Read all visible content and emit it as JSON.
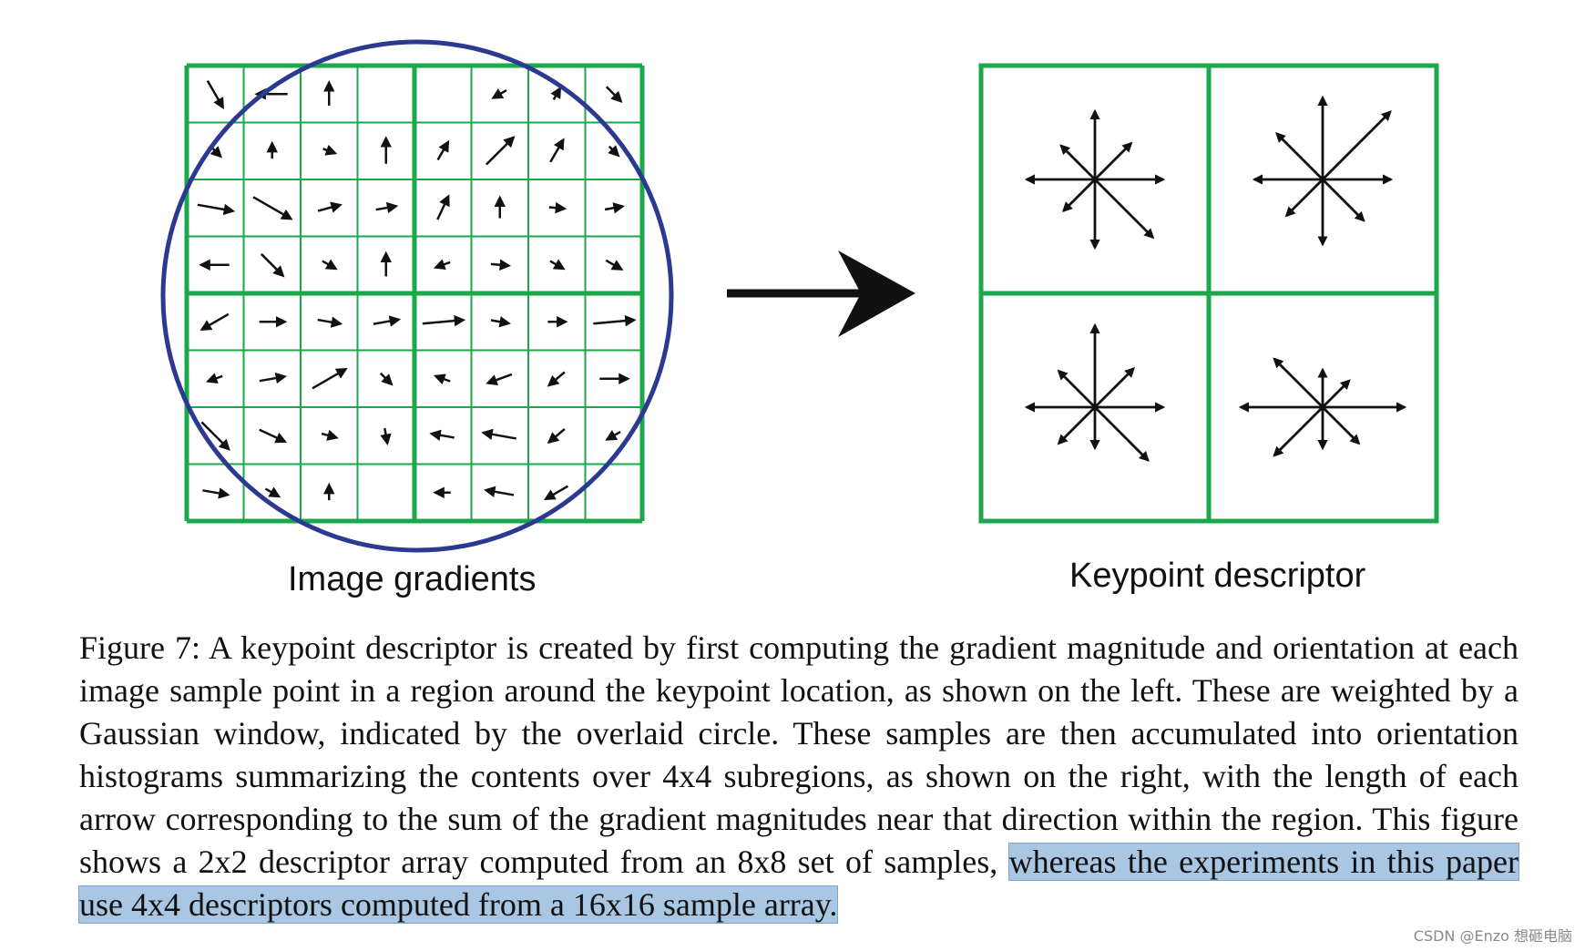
{
  "figure": {
    "left_panel_label": "Image gradients",
    "right_panel_label": "Keypoint descriptor",
    "colors": {
      "grid": "#1aa84b",
      "circle": "#2b3990",
      "arrow": "#111111",
      "highlight": "#a9c6e3"
    },
    "gradient_grid": {
      "rows": 8,
      "cols": 8,
      "angles_deg": [
        [
          -60,
          180,
          90,
          null,
          null,
          210,
          60,
          -45
        ],
        [
          -45,
          90,
          -20,
          90,
          60,
          45,
          60,
          -45
        ],
        [
          -10,
          -30,
          15,
          10,
          65,
          90,
          -5,
          10
        ],
        [
          180,
          -45,
          -30,
          90,
          200,
          -5,
          -30,
          -30
        ],
        [
          210,
          0,
          -10,
          10,
          5,
          -10,
          0,
          5
        ],
        [
          200,
          10,
          30,
          -45,
          160,
          200,
          220,
          0
        ],
        [
          -45,
          -25,
          -15,
          -80,
          170,
          170,
          220,
          210
        ],
        [
          -10,
          -30,
          90,
          null,
          180,
          170,
          210,
          null
        ]
      ],
      "magnitudes": [
        [
          0.6,
          0.6,
          0.45,
          null,
          null,
          0.3,
          0.25,
          0.4
        ],
        [
          0.3,
          0.3,
          0.25,
          0.5,
          0.4,
          0.75,
          0.5,
          0.25
        ],
        [
          0.7,
          0.85,
          0.45,
          0.4,
          0.5,
          0.4,
          0.3,
          0.35
        ],
        [
          0.55,
          0.6,
          0.3,
          0.45,
          0.3,
          0.35,
          0.3,
          0.35
        ],
        [
          0.6,
          0.5,
          0.45,
          0.5,
          0.8,
          0.35,
          0.35,
          0.8
        ],
        [
          0.3,
          0.5,
          0.75,
          0.3,
          0.3,
          0.5,
          0.4,
          0.55
        ],
        [
          0.75,
          0.55,
          0.3,
          0.3,
          0.45,
          0.65,
          0.4,
          0.3
        ],
        [
          0.5,
          0.3,
          0.3,
          null,
          0.3,
          0.55,
          0.5,
          null
        ]
      ]
    },
    "descriptor_histograms": [
      [
        1.0,
        0.75,
        1.0,
        0.7,
        1.0,
        0.65,
        1.0,
        1.2
      ],
      [
        1.0,
        1.4,
        1.2,
        0.95,
        1.0,
        0.75,
        0.95,
        0.85
      ],
      [
        1.0,
        0.8,
        1.2,
        0.75,
        1.0,
        0.75,
        0.6,
        1.1
      ],
      [
        1.2,
        0.55,
        0.55,
        1.0,
        1.2,
        1.0,
        0.6,
        0.75
      ]
    ]
  },
  "caption": {
    "part1": "Figure 7: A keypoint descriptor is created by first computing the gradient magnitude and orientation at each image sample point in a region around the keypoint location, as shown on the left. These are weighted by a Gaussian window, indicated by the overlaid circle. These samples are then accumulated into orientation histograms summarizing the contents over 4x4 subregions, as shown on the right, with the length of each arrow corresponding to the sum of the gradient magnitudes near that direction within the region. This figure shows a 2x2 descriptor array computed from an 8x8 set of samples, ",
    "highlighted": "whereas the experiments in this paper use 4x4 descriptors computed from a 16x16 sample array."
  },
  "watermark": "CSDN @Enzo 想砸电脑"
}
